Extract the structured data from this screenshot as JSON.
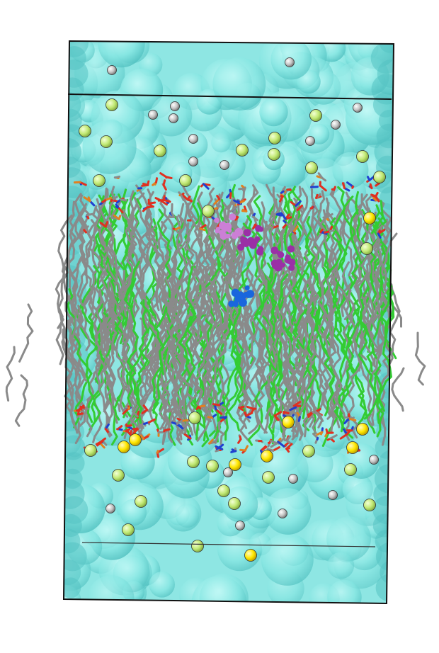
{
  "figure": {
    "description_visible_text": "",
    "colors": {
      "background": "#ffffff",
      "water_surface": "#7fe3e1",
      "water_surface_dark": "#55c2c2",
      "lipid_carbon": "#8a8a8a",
      "lipid_carbon_highlight": "#33cc33",
      "oxygen": "#e03020",
      "nitrogen": "#2040d0",
      "phosphorus": "#e08020",
      "ion_sodium": "#c8ee7a",
      "ion_chloride": "#c8c8c8",
      "ion_magnesium": "#ffee00",
      "ligand_blue": "#1a66dd",
      "ligand_purple": "#9b2fa6",
      "ligand_pink": "#cc7fd6",
      "box_edge": "#111111"
    },
    "elements": [
      "simulation-box",
      "water-volume",
      "lipid-bilayer",
      "ions",
      "ligands"
    ]
  }
}
